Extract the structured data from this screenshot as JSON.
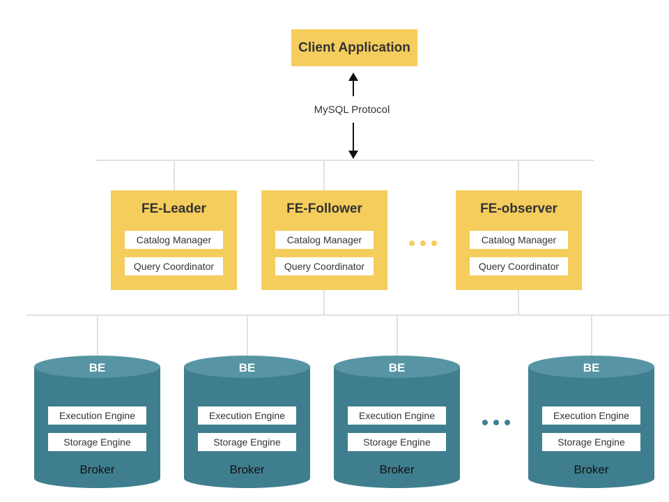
{
  "client": {
    "label": "Client Application"
  },
  "protocol": {
    "label": "MySQL Protocol"
  },
  "fe_nodes": [
    {
      "title": "FE-Leader",
      "catalog": "Catalog Manager",
      "query": "Query Coordinator"
    },
    {
      "title": "FE-Follower",
      "catalog": "Catalog Manager",
      "query": "Query Coordinator"
    },
    {
      "title": "FE-observer",
      "catalog": "Catalog Manager",
      "query": "Query Coordinator"
    }
  ],
  "be_nodes": [
    {
      "title": "BE",
      "execution": "Execution Engine",
      "storage": "Storage Engine",
      "broker": "Broker"
    },
    {
      "title": "BE",
      "execution": "Execution Engine",
      "storage": "Storage Engine",
      "broker": "Broker"
    },
    {
      "title": "BE",
      "execution": "Execution Engine",
      "storage": "Storage Engine",
      "broker": "Broker"
    },
    {
      "title": "BE",
      "execution": "Execution Engine",
      "storage": "Storage Engine",
      "broker": "Broker"
    }
  ],
  "colors": {
    "fe_fill": "#f5cd5c",
    "be_body": "#3f7e8e",
    "be_top": "#5795a5",
    "connector": "#e1e1e1",
    "fe_ellipsis": "#f5cd5c",
    "be_ellipsis": "#3f7e8e"
  }
}
